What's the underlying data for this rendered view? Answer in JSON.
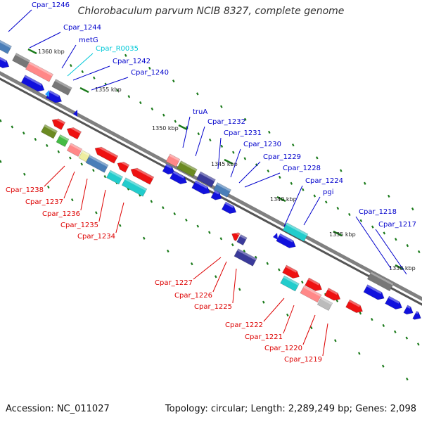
{
  "title": "Chlorobaculum parvum NCIB 8327, complete genome",
  "accession": "Accession: NC_011027",
  "summary": "Topology: circular; Length: 2,289,249 bp; Genes: 2,098",
  "colors": {
    "label_top": "#0000cc",
    "label_rna": "#00c8d8",
    "label_bottom": "#dd0000",
    "backbone": "#808080",
    "tick": "#1a7a1a"
  },
  "kbp_labels": [
    "1360 kbp",
    "1355 kbp",
    "1350 kbp",
    "1345 kbp",
    "1340 kbp",
    "1335 kbp",
    "1330 kbp"
  ],
  "upper_labels": [
    "Cpar_1246",
    "Cpar_1244",
    "metG",
    "Cpar_R0035",
    "Cpar_1242",
    "Cpar_1240",
    "truA",
    "Cpar_1232",
    "Cpar_1231",
    "Cpar_1230",
    "Cpar_1229",
    "Cpar_1228",
    "Cpar_1224",
    "pgi",
    "Cpar_1218",
    "Cpar_1217"
  ],
  "lower_labels": [
    "Cpar_1238",
    "Cpar_1237",
    "Cpar_1236",
    "Cpar_1235",
    "Cpar_1234",
    "Cpar_1227",
    "Cpar_1226",
    "Cpar_1225",
    "Cpar_1222",
    "Cpar_1221",
    "Cpar_1220",
    "Cpar_1219"
  ]
}
